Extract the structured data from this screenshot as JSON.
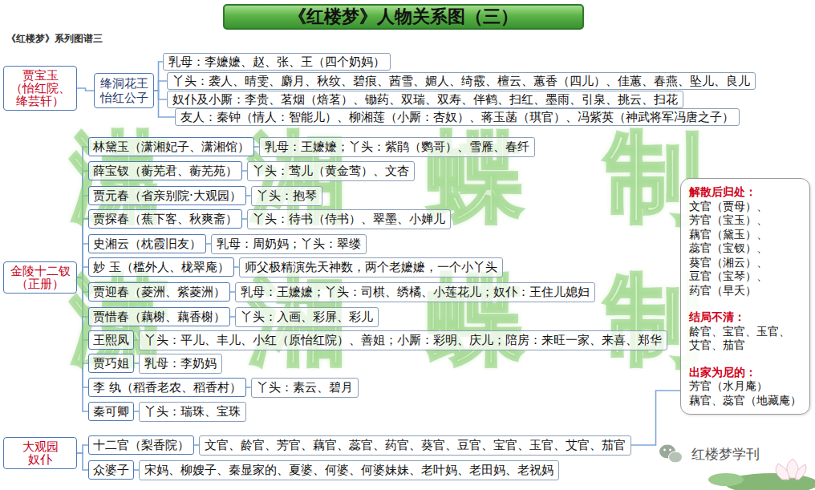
{
  "diagram": {
    "title": "《红楼梦》人物关系图（三）",
    "nodes": [
      {
        "text": [
          "贾宝玉",
          "（怡红院、绛芸轩）"
        ]
      },
      {
        "text": [
          "绛洞花王 怡红公子"
        ]
      },
      {
        "text": [
          "乳母：李嬷嬷、赵、张、王（四个奶妈）"
        ]
      },
      {
        "text": [
          "丫头：袭人、晴雯、麝月、秋纹、碧痕、茜雪、媚人、绮霰、檀云、蕙香（四儿）、佳蕙、春燕、坠儿、良儿"
        ]
      },
      {
        "text": [
          "奴仆及小厮：李贵、茗烟（焙茗）、锄药、双瑞、双寿、伴鹤、扫红、墨雨、引泉、挑云、扫花"
        ]
      },
      {
        "text": [
          "友人：秦钟（情人：智能儿）、柳湘莲（小厮：杏奴）、蒋玉菡（琪官）、冯紫英（神武将军冯唐之子）"
        ]
      },
      {
        "text": [
          "金陵十二钗",
          "（正册）"
        ]
      },
      {
        "text": [
          "林黛玉（潇湘妃子、潇湘馆）"
        ]
      },
      {
        "text": [
          "乳母：王嬷嬷；丫头：紫鹃（鹦哥）、雪雁、春纤"
        ]
      },
      {
        "text": [
          "薛宝钗（蘅芜君、蘅芜苑）"
        ]
      },
      {
        "text": [
          "丫头：莺儿（黄金莺）、文杏"
        ]
      },
      {
        "text": [
          "贾元春（省亲别院·大观园）"
        ]
      },
      {
        "text": [
          "丫头：抱琴"
        ]
      },
      {
        "text": [
          "贾探春（蕉下客、秋爽斋）"
        ]
      },
      {
        "text": [
          "丫头：待书（侍书）、翠墨、小婵儿"
        ]
      },
      {
        "text": [
          "史湘云（枕霞旧友）"
        ]
      },
      {
        "text": [
          "乳母：周奶妈；丫头：翠缕"
        ]
      },
      {
        "text": [
          "妙 玉（槛外人、栊翠庵）"
        ]
      },
      {
        "text": [
          "师父极精演先天神数，两个老嬷嬷，一个小丫头"
        ]
      },
      {
        "text": [
          "贾迎春（菱洲、紫菱洲）"
        ]
      },
      {
        "text": [
          "乳母：王嬷嬷；丫头：司棋、绣橘、小莲花儿；奴仆：王住儿媳妇"
        ]
      },
      {
        "text": [
          "贾惜春（藕榭、藕香榭）"
        ]
      },
      {
        "text": [
          "丫头：入画、彩屏、彩儿"
        ]
      },
      {
        "text": [
          "王熙凤"
        ]
      },
      {
        "text": [
          "丫头：平儿、丰儿、小红（原怡红院）、善姐；小厮：彩明、庆儿；陪房：来旺一家、来喜、郑华"
        ]
      },
      {
        "text": [
          "贾巧姐"
        ]
      },
      {
        "text": [
          "乳母：李奶妈"
        ]
      },
      {
        "text": [
          "李 纨（稻香老农、稻香村）"
        ]
      },
      {
        "text": [
          "丫头：素云、碧月"
        ]
      },
      {
        "text": [
          "秦可卿"
        ]
      },
      {
        "text": [
          "丫头：瑞珠、宝珠"
        ]
      },
      {
        "text": [
          "大观园 奴仆"
        ]
      },
      {
        "text": [
          "十二官（梨香院）"
        ]
      },
      {
        "text": [
          "文官、龄官、芳官、藕官、蕊官、药官、葵官、豆官、宝官、玉官、艾官、茄官"
        ]
      },
      {
        "text": [
          "众婆子"
        ]
      },
      {
        "text": [
          "宋妈、柳嫂子、秦显家的、夏婆、何婆、何婆妹妹、老叶妈、老田妈、老祝妈"
        ]
      },
      {
        "text": [
          "解散后归处：",
          "文官（贾母）、",
          "芳官（宝玉）、",
          "藕官（黛玉）、",
          "蕊官（宝钗）、",
          "葵官（湘云）、",
          "豆官（宝琴）、",
          "药官（早夭）",
          "结局不清：",
          "龄官、宝官、玉官、",
          "艾官、茄官",
          "出家为尼的：",
          "芳官（水月庵）",
          "藕官、蕊官（地藏庵）"
        ]
      }
    ],
    "edges": [
      {
        "from": 0,
        "to": 1,
        "arrow": "none"
      },
      {
        "from": 1,
        "to": 2,
        "arrow": "none"
      },
      {
        "from": 1,
        "to": 3,
        "arrow": "none"
      },
      {
        "from": 1,
        "to": 4,
        "arrow": "none"
      },
      {
        "from": 1,
        "to": 5,
        "arrow": "none"
      },
      {
        "from": 6,
        "to": 7,
        "arrow": "none"
      },
      {
        "from": 6,
        "to": 9,
        "arrow": "none"
      },
      {
        "from": 6,
        "to": 11,
        "arrow": "none"
      },
      {
        "from": 6,
        "to": 13,
        "arrow": "none"
      },
      {
        "from": 6,
        "to": 15,
        "arrow": "none"
      },
      {
        "from": 6,
        "to": 17,
        "arrow": "none"
      },
      {
        "from": 6,
        "to": 19,
        "arrow": "none"
      },
      {
        "from": 6,
        "to": 21,
        "arrow": "none"
      },
      {
        "from": 6,
        "to": 23,
        "arrow": "none"
      },
      {
        "from": 6,
        "to": 25,
        "arrow": "none"
      },
      {
        "from": 6,
        "to": 27,
        "arrow": "none"
      },
      {
        "from": 6,
        "to": 29,
        "arrow": "none"
      },
      {
        "from": 7,
        "to": 8,
        "arrow": "none"
      },
      {
        "from": 9,
        "to": 10,
        "arrow": "none"
      },
      {
        "from": 11,
        "to": 12,
        "arrow": "none"
      },
      {
        "from": 13,
        "to": 14,
        "arrow": "none"
      },
      {
        "from": 15,
        "to": 16,
        "arrow": "none"
      },
      {
        "from": 17,
        "to": 18,
        "arrow": "none"
      },
      {
        "from": 19,
        "to": 20,
        "arrow": "none"
      },
      {
        "from": 21,
        "to": 22,
        "arrow": "none"
      },
      {
        "from": 23,
        "to": 24,
        "arrow": "none"
      },
      {
        "from": 25,
        "to": 26,
        "arrow": "none"
      },
      {
        "from": 27,
        "to": 28,
        "arrow": "none"
      },
      {
        "from": 29,
        "to": 30,
        "arrow": "none"
      },
      {
        "from": 31,
        "to": 32,
        "arrow": "none"
      },
      {
        "from": 31,
        "to": 34,
        "arrow": "none"
      },
      {
        "from": 32,
        "to": 33,
        "arrow": "none"
      },
      {
        "from": 34,
        "to": 35,
        "arrow": "none"
      },
      {
        "from": 33,
        "to": 36,
        "arrow": "none"
      }
    ],
    "labels": [
      "《红楼梦》系列图谱三",
      "潇湘蝶制",
      "潇湘蝶制",
      "红楼梦学刊"
    ]
  }
}
